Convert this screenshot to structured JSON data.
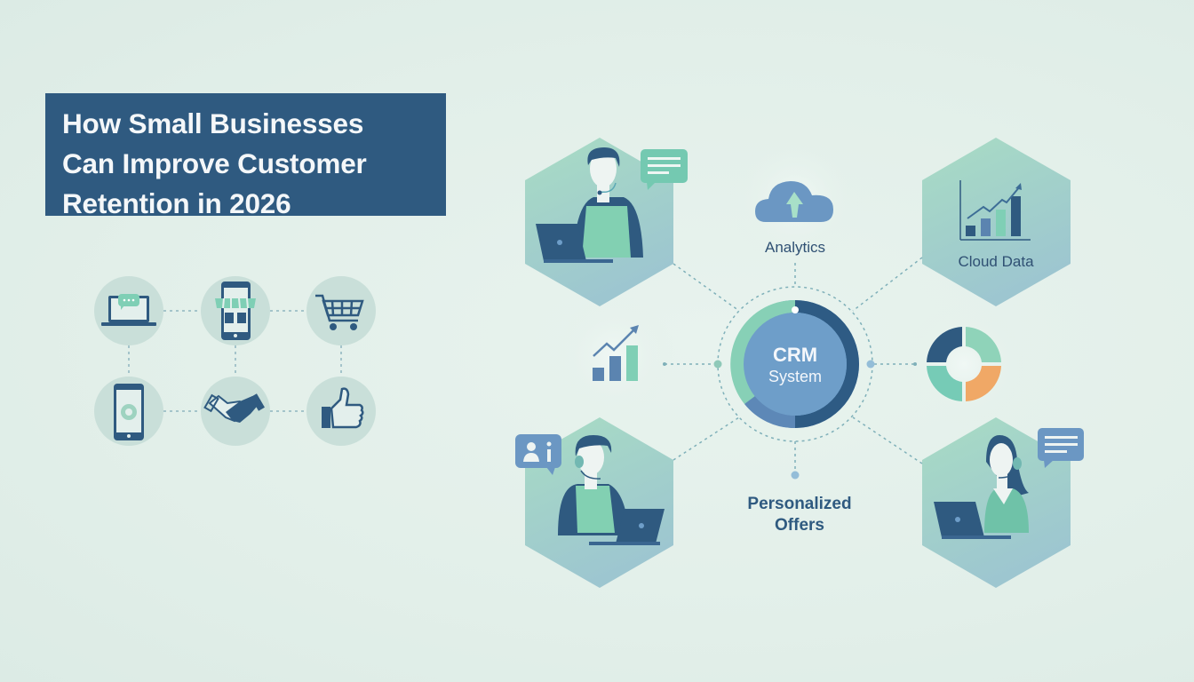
{
  "title": {
    "lines": [
      "How Small Businesses",
      "Can Improve Customer",
      "Retention in 2026"
    ]
  },
  "colors": {
    "background": "#e2efe9",
    "title_bg": "#2f5a80",
    "navy": "#2f5a80",
    "steel_blue": "#6a96c0",
    "mint": "#7fcfb5",
    "orange": "#f0a866",
    "icon_circle": "#c9dfd9"
  },
  "icon_grid": {
    "items": [
      {
        "icon": "laptop-chat-icon"
      },
      {
        "icon": "mobile-storefront-icon"
      },
      {
        "icon": "shopping-cart-icon"
      },
      {
        "icon": "mobile-settings-icon"
      },
      {
        "icon": "handshake-icon"
      },
      {
        "icon": "thumbs-up-icon"
      }
    ]
  },
  "diagram": {
    "center": {
      "line1": "CRM",
      "line2": "System"
    },
    "nodes": {
      "analytics": {
        "label": "Analytics",
        "icon": "cloud-upload-icon"
      },
      "cloud_data": {
        "label": "Cloud Data",
        "icon": "bar-chart-growth-icon"
      },
      "growth": {
        "icon": "growth-chart-icon"
      },
      "donut": {
        "icon": "donut-chart-icon"
      },
      "personalized_offers": {
        "line1": "Personalized",
        "line2": "Offers"
      },
      "agent_top_left": {
        "icon": "support-agent-icon"
      },
      "agent_bottom_left": {
        "icon": "support-agent-icon"
      },
      "agent_bottom_right": {
        "icon": "support-agent-female-icon"
      }
    }
  }
}
